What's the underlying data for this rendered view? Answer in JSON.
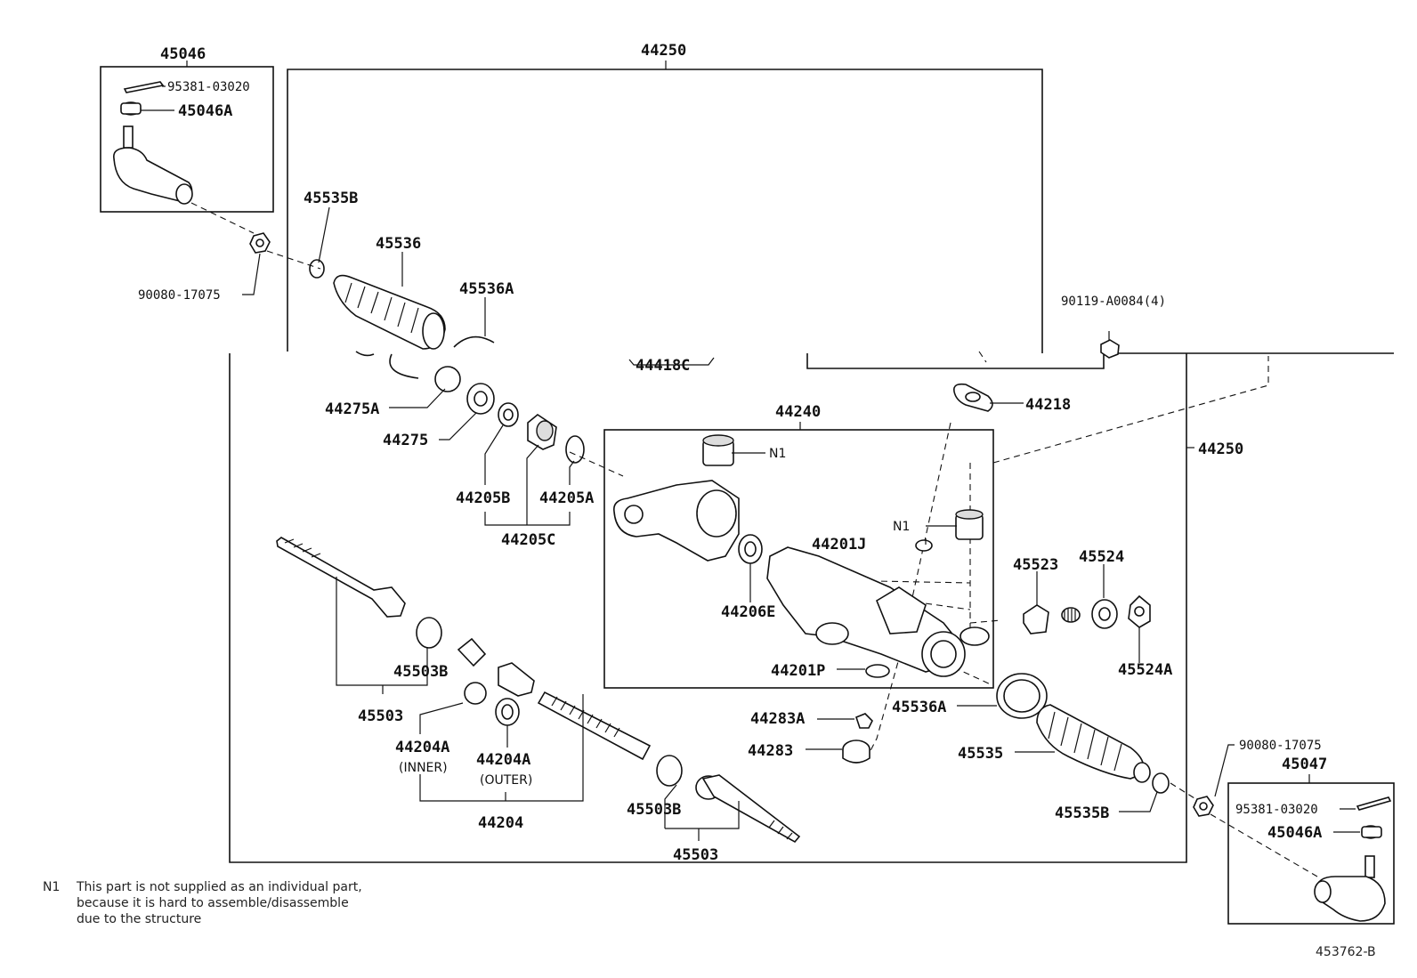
{
  "labels": {
    "p45046": "45046",
    "p95381_a": "95381-03020",
    "p45046A_a": "45046A",
    "p44250_top": "44250",
    "p45535B_a": "45535B",
    "p45536": "45536",
    "p45536A_a": "45536A",
    "p90080_a": "90080-17075",
    "p90119": "90119-A0084(4)",
    "p44418C": "44418C",
    "p44218": "44218",
    "p44250_right": "44250",
    "p44275A": "44275A",
    "p44275": "44275",
    "p44240": "44240",
    "n1_a": "N1",
    "n1_b": "N1",
    "p44205B": "44205B",
    "p44205A": "44205A",
    "p44205C": "44205C",
    "p44201J": "44201J",
    "p45523": "45523",
    "p45524": "45524",
    "p44206E": "44206E",
    "p45524A": "45524A",
    "p45503B_a": "45503B",
    "p44201P": "44201P",
    "p45503_a": "45503",
    "p44204A_inner": "44204A",
    "inner": "(INNER)",
    "p44204A_outer": "44204A",
    "outer": "(OUTER)",
    "p44283A": "44283A",
    "p45536A_b": "45536A",
    "p44283": "44283",
    "p45535": "45535",
    "p90080_b": "90080-17075",
    "p45047": "45047",
    "p44204": "44204",
    "p45503B_b": "45503B",
    "p45535B_b": "45535B",
    "p95381_b": "95381-03020",
    "p45046A_b": "45046A",
    "p45503_b": "45503"
  },
  "footnote": {
    "key": "N1",
    "text": "This part is not supplied as an individual part,\nbecause it is hard to assemble/disassemble\ndue to the structure"
  },
  "diagram_code": "453762-B"
}
